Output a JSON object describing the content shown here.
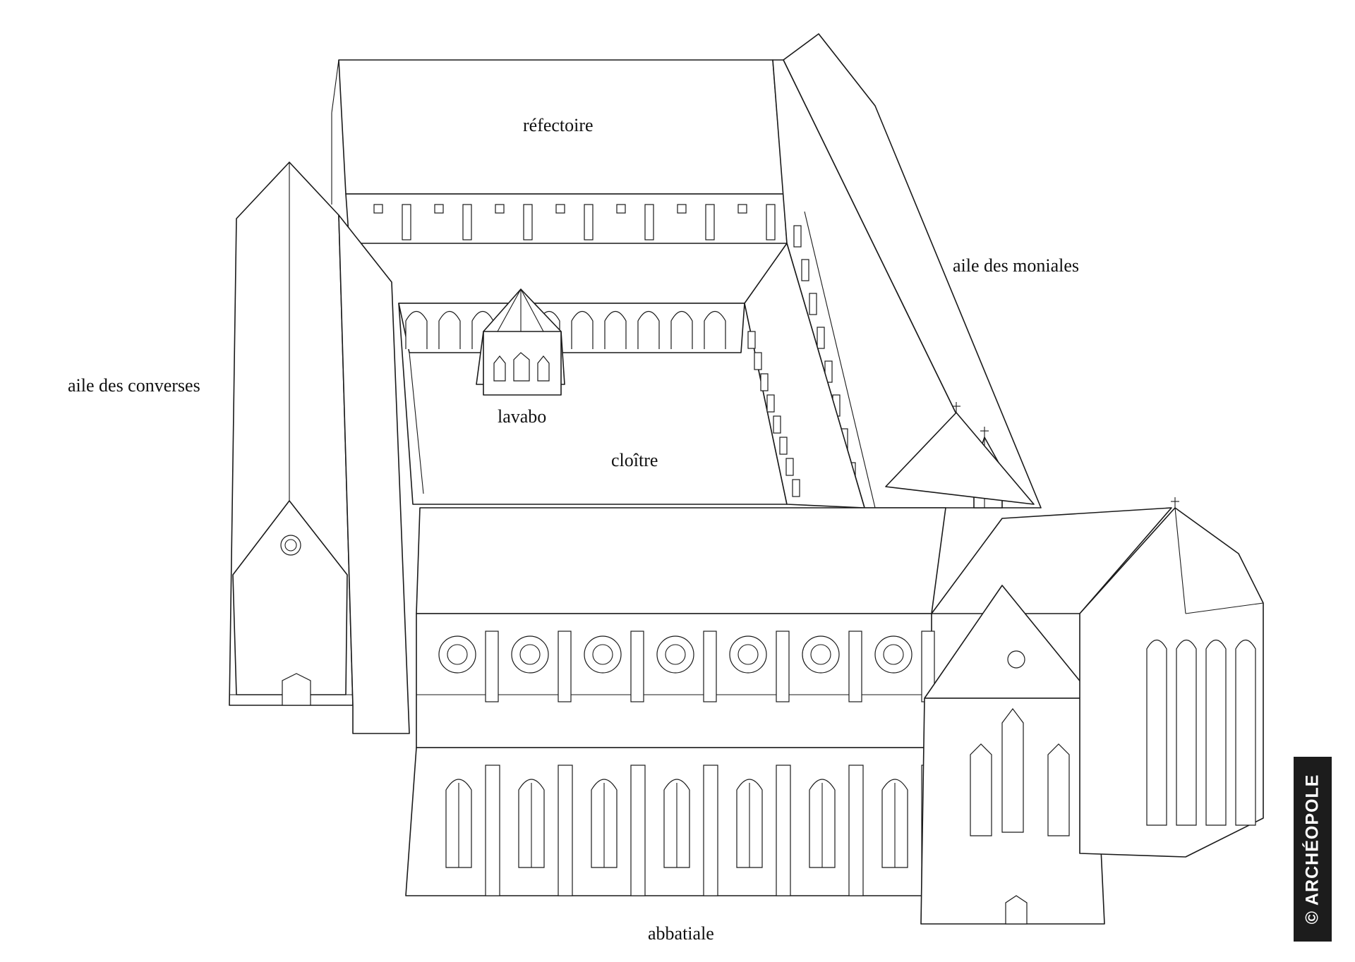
{
  "labels": {
    "refectoire": "réfectoire",
    "aile_moniales": "aile des moniales",
    "aile_converses": "aile des converses",
    "lavabo": "lavabo",
    "cloitre": "cloître",
    "abbatiale": "abbatiale"
  },
  "copyright": "© ARCHÉOPOLE",
  "colors": {
    "line": "#1a1a1a",
    "background": "#ffffff",
    "badge": "#1c1c1c"
  }
}
